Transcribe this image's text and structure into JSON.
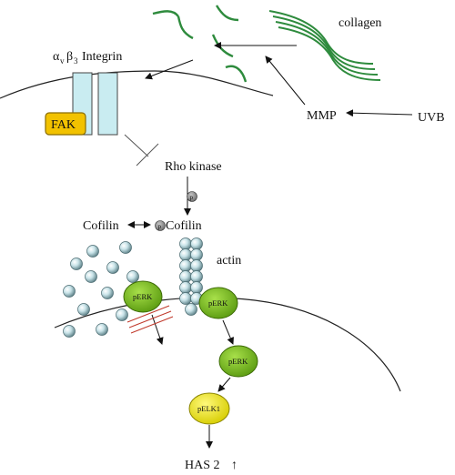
{
  "labels": {
    "collagen": "collagen",
    "integrin": "Integrin",
    "alpha": "α",
    "alpha_sub": "v",
    "beta": "β",
    "beta_sub": "3",
    "fak": "FAK",
    "mmp": "MMP",
    "uvb": "UVB",
    "rho_kinase": "Rho kinase",
    "p": "p",
    "cofilin_left": "Cofilin",
    "cofilin_right": "Cofilin",
    "actin": "actin",
    "perk": "pERK",
    "pelk1": "pELK1",
    "has2": "HAS 2",
    "up_arrow": "↑"
  },
  "colors": {
    "collagen_green": "#2e8b3d",
    "integrin_fill": "#c9ecf1",
    "fak_fill": "#f2c200",
    "perk_fill": "#7fc41d",
    "pelk1_fill": "#f4ee1a",
    "bead_fill": "#b8d8de",
    "inhibit_red": "#c0392b"
  }
}
